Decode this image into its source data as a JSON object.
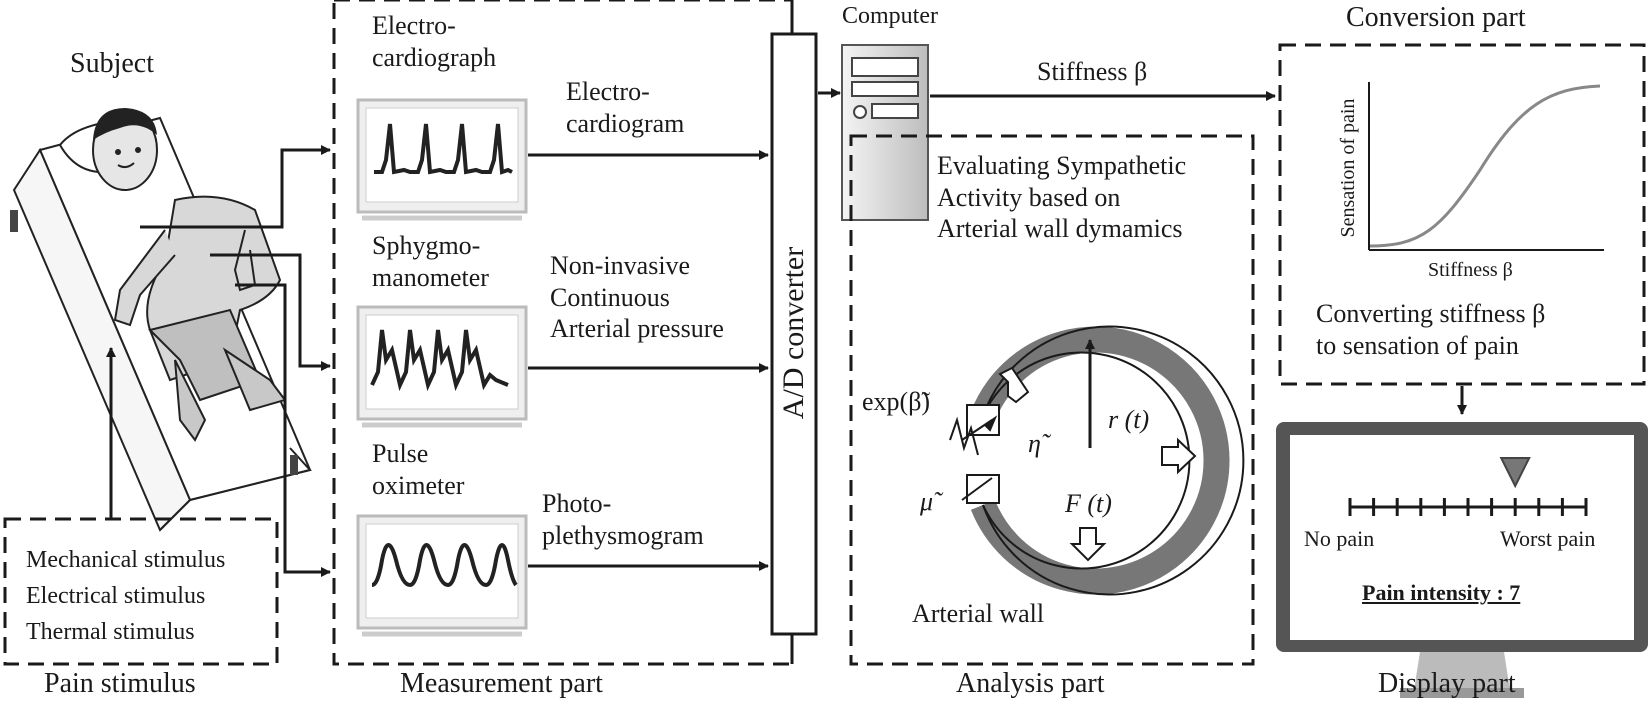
{
  "sections": {
    "subject": "Subject",
    "pain_stimulus": "Pain stimulus",
    "measurement_part": "Measurement part",
    "analysis_part": "Analysis part",
    "display_part": "Display part",
    "conversion_part": "Conversion part",
    "computer": "Computer"
  },
  "stimuli": [
    "Mechanical stimulus",
    "Electrical stimulus",
    "Thermal stimulus"
  ],
  "devices": [
    {
      "name_line1": "Electro-",
      "name_line2": "cardiograph",
      "signal_line1": "Electro-",
      "signal_line2": "cardiogram"
    },
    {
      "name_line1": "Sphygmo-",
      "name_line2": "manometer",
      "signal_line1": "Non-invasive",
      "signal_line2": "Continuous",
      "signal_line3": "Arterial pressure"
    },
    {
      "name_line1": "Pulse",
      "name_line2": "oximeter",
      "signal_line1": "Photo-",
      "signal_line2": "plethysmogram"
    }
  ],
  "ad_converter": "A/D converter",
  "stiffness_arrow": "Stiffness β",
  "analysis": {
    "title_lines": [
      "Evaluating Sympathetic",
      "Activity based on",
      "Arterial wall dymamics"
    ],
    "exp_label": "exp(β̃)",
    "eta_label": "η̃",
    "mu_label": "μ̃",
    "r_label": "r (t)",
    "f_label": "F (t)",
    "wall_label": "Arterial wall"
  },
  "conversion": {
    "ylabel": "Sensation of pain",
    "xlabel": "Stiffness β",
    "caption_line1": "Converting stiffness β",
    "caption_line2": "to sensation of pain"
  },
  "display": {
    "no_pain": "No pain",
    "worst_pain": "Worst pain",
    "intensity": "Pain intensity : 7",
    "scale_ticks": 10,
    "marker_position": 0.7
  }
}
